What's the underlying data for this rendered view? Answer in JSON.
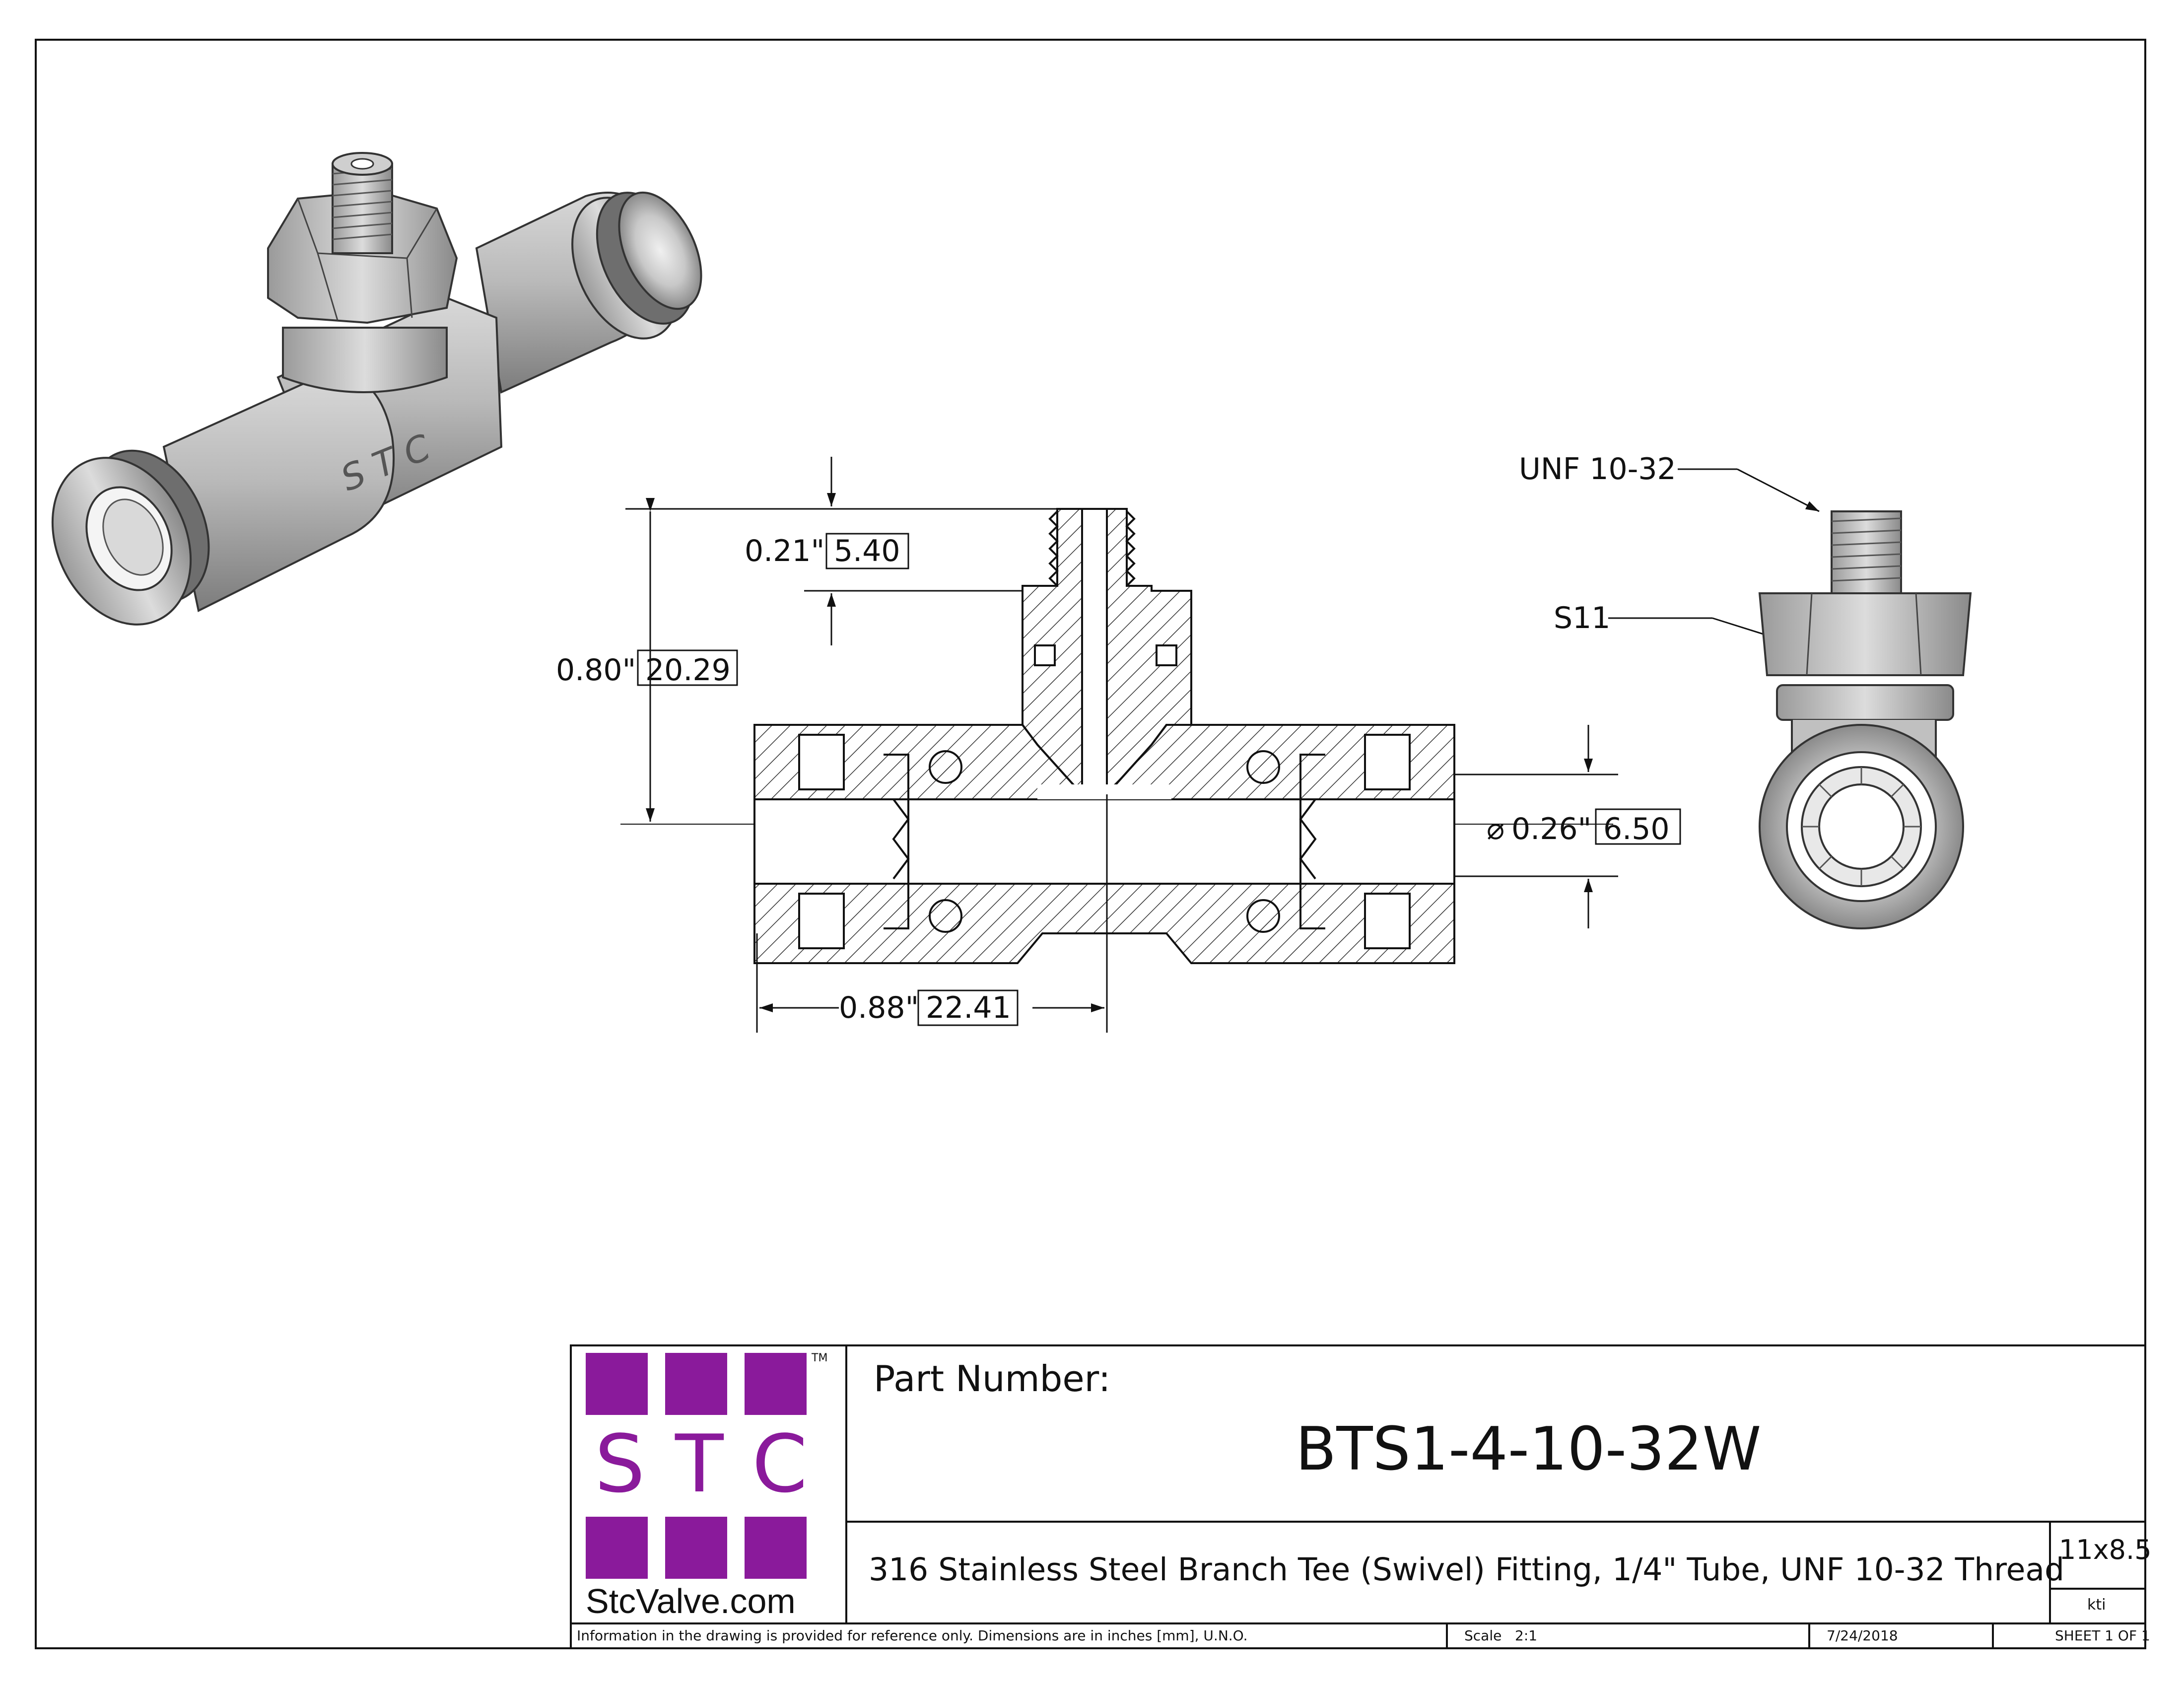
{
  "logo": {
    "letters": [
      "S",
      "T",
      "C"
    ],
    "trademark": "TM",
    "website": "StcValve.com",
    "color": "#8a1a9b"
  },
  "title_block": {
    "part_number_label": "Part Number:",
    "part_number": "BTS1-4-10-32W",
    "description": "316 Stainless Steel Branch Tee (Swivel) Fitting, 1/4\" Tube, UNF 10-32 Thread",
    "size": "11x8.5",
    "drawn_by": "kti",
    "disclaimer": "Information in the drawing is provided for reference only. Dimensions are in inches [mm], U.N.O.",
    "scale": "Scale   2:1",
    "date": "7/24/2018",
    "sheet": "SHEET 1 OF 1"
  },
  "dimensions": {
    "stub_height": {
      "in": "0.21\"",
      "mm": "5.40"
    },
    "overall_height": {
      "in": "0.80\"",
      "mm": "20.29"
    },
    "half_length": {
      "in": "0.88\"",
      "mm": "22.41"
    },
    "bore_diameter": {
      "symbol": "⌀",
      "in": "0.26\"",
      "mm": "6.50"
    }
  },
  "callouts": {
    "thread": "UNF 10-32",
    "hex": "S11"
  },
  "iso_marking": "S T C"
}
